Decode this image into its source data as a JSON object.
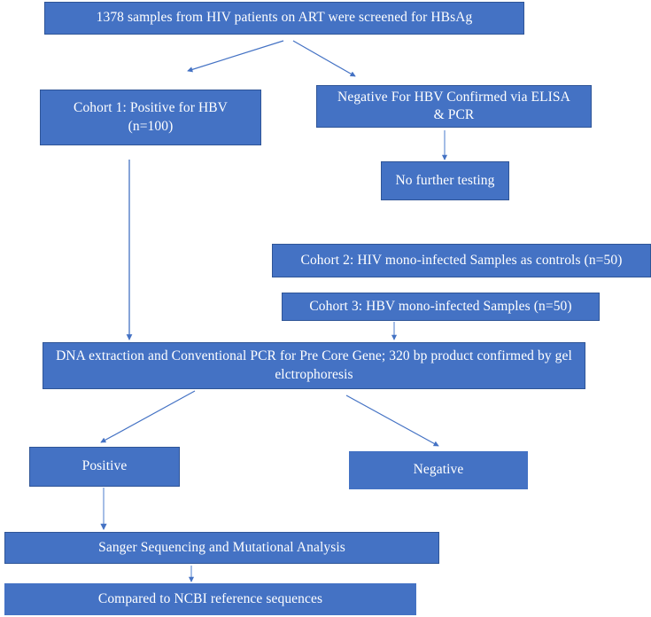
{
  "diagram": {
    "title": "HBV screening and sequencing study flowchart",
    "colors": {
      "node_fill": "#4472C4",
      "node_border": "#2F5597",
      "node_text": "#FFFFFF",
      "edge": "#4472C4",
      "background": "#FFFFFF"
    },
    "nodes": [
      {
        "id": "screened",
        "label": "1378 samples from HIV patients on ART were screened for HBsAg"
      },
      {
        "id": "cohort1",
        "label": "Cohort 1: Positive for HBV\n(n=100)"
      },
      {
        "id": "negelisa",
        "label": "Negative For HBV Confirmed via ELISA\n& PCR"
      },
      {
        "id": "nofurther",
        "label": "No further testing"
      },
      {
        "id": "cohort2",
        "label": "Cohort 2: HIV mono-infected Samples as controls (n=50)"
      },
      {
        "id": "cohort3",
        "label": "Cohort 3: HBV mono-infected Samples (n=50)"
      },
      {
        "id": "dna",
        "label": "DNA extraction and Conventional PCR for Pre Core Gene; 320 bp product confirmed by gel elctrophoresis"
      },
      {
        "id": "positive",
        "label": "Positive"
      },
      {
        "id": "negative",
        "label": "Negative"
      },
      {
        "id": "sanger",
        "label": "Sanger Sequencing and Mutational Analysis"
      },
      {
        "id": "ncbi",
        "label": "Compared to NCBI reference sequences"
      }
    ],
    "edges": [
      {
        "from": "screened",
        "to": "cohort1",
        "style": "diagonal-arrow"
      },
      {
        "from": "screened",
        "to": "negelisa",
        "style": "diagonal-arrow"
      },
      {
        "from": "negelisa",
        "to": "nofurther",
        "style": "vertical-arrow"
      },
      {
        "from": "cohort1",
        "to": "dna",
        "style": "vertical-arrow"
      },
      {
        "from": "cohort3",
        "to": "dna",
        "style": "vertical-arrow"
      },
      {
        "from": "dna",
        "to": "positive",
        "style": "diagonal-arrow"
      },
      {
        "from": "dna",
        "to": "negative",
        "style": "diagonal-arrow"
      },
      {
        "from": "positive",
        "to": "sanger",
        "style": "vertical-arrow"
      },
      {
        "from": "sanger",
        "to": "ncbi",
        "style": "vertical-arrow"
      }
    ]
  }
}
